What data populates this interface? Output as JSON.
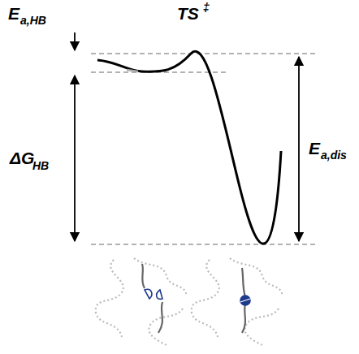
{
  "diagram": {
    "labels": [
      "E",
      "a,HB",
      "TS",
      "‡",
      "ΔG",
      "HB",
      "E",
      "a,dis"
    ]
  }
}
